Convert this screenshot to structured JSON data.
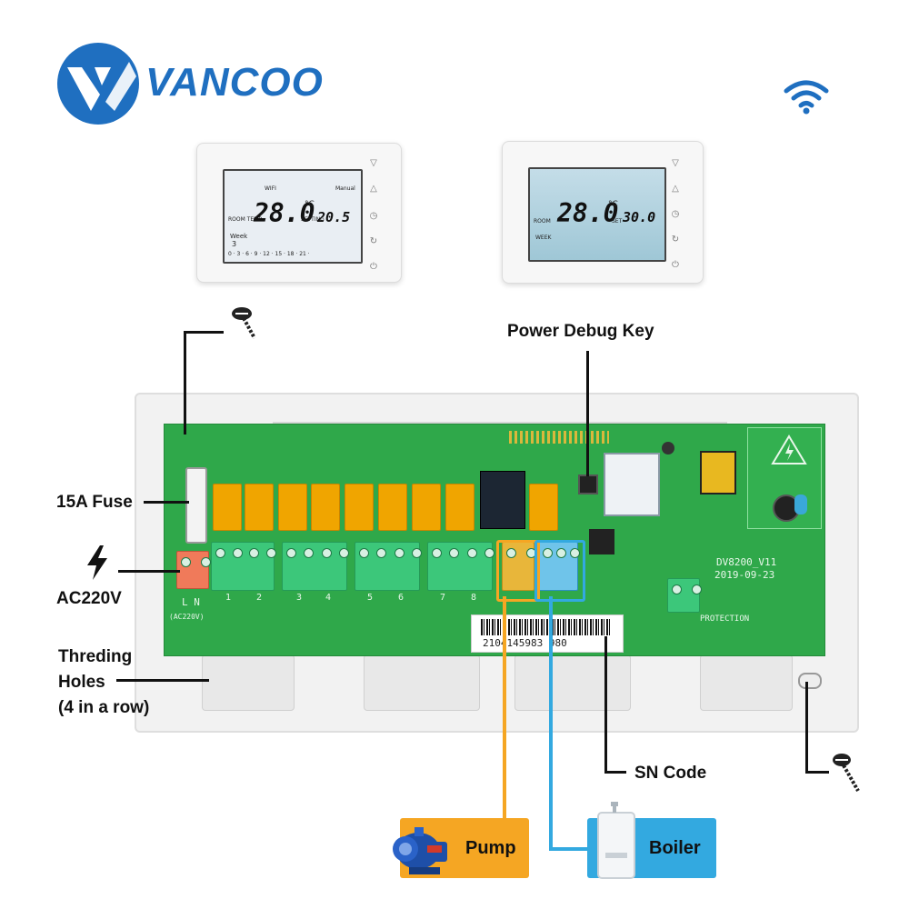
{
  "brand": {
    "name": "VANCOO",
    "color": "#1f6fc0"
  },
  "wifi_icon": "wifi-icon",
  "thermostat_left": {
    "room_temp": "28.0",
    "unit": "°C",
    "set_temp": "20.5",
    "wifi_label": "WIFI",
    "mode_label": "Manual",
    "room_label": "ROOM TEMP",
    "setting_label": "SETTING",
    "week_label": "Week",
    "week_value": "3",
    "timeline": "0 · 3 · 6 · 9 · 12 · 15 · 18 · 21 ·",
    "buttons": [
      "▽",
      "△",
      "◷",
      "↻",
      "⏻"
    ]
  },
  "thermostat_right": {
    "room_temp": "28.0",
    "unit": "°C",
    "set_temp": "30.0",
    "set_label": "SET",
    "room_label": "ROOM",
    "week_label": "WEEK",
    "buttons": [
      "▽",
      "△",
      "◷",
      "↻",
      "⏻"
    ]
  },
  "labels": {
    "power_debug_key": "Power Debug Key",
    "fuse": "15A Fuse",
    "ac": "AC220V",
    "threading_1": "Threding",
    "threading_2": "Holes",
    "threading_3": "(4 in a row)",
    "sn_code": "SN Code",
    "pump": "Pump",
    "boiler": "Boiler"
  },
  "pcb": {
    "model": "DV8200_V11",
    "date": "2019-09-23",
    "protection": "PROTECTION",
    "ln": "L   N",
    "ac_small": "(AC220V)",
    "serial": "2104145983 980",
    "zone_numbers": [
      "1",
      "2",
      "3",
      "4",
      "5",
      "6",
      "7",
      "8"
    ]
  },
  "colors": {
    "pcb_green": "#2fa84a",
    "relay_orange": "#f0a500",
    "terminal_green": "#3cc77a",
    "pump_orange": "#f5a623",
    "boiler_blue": "#33a9e0",
    "ac_terminal": "#f07a5a"
  }
}
